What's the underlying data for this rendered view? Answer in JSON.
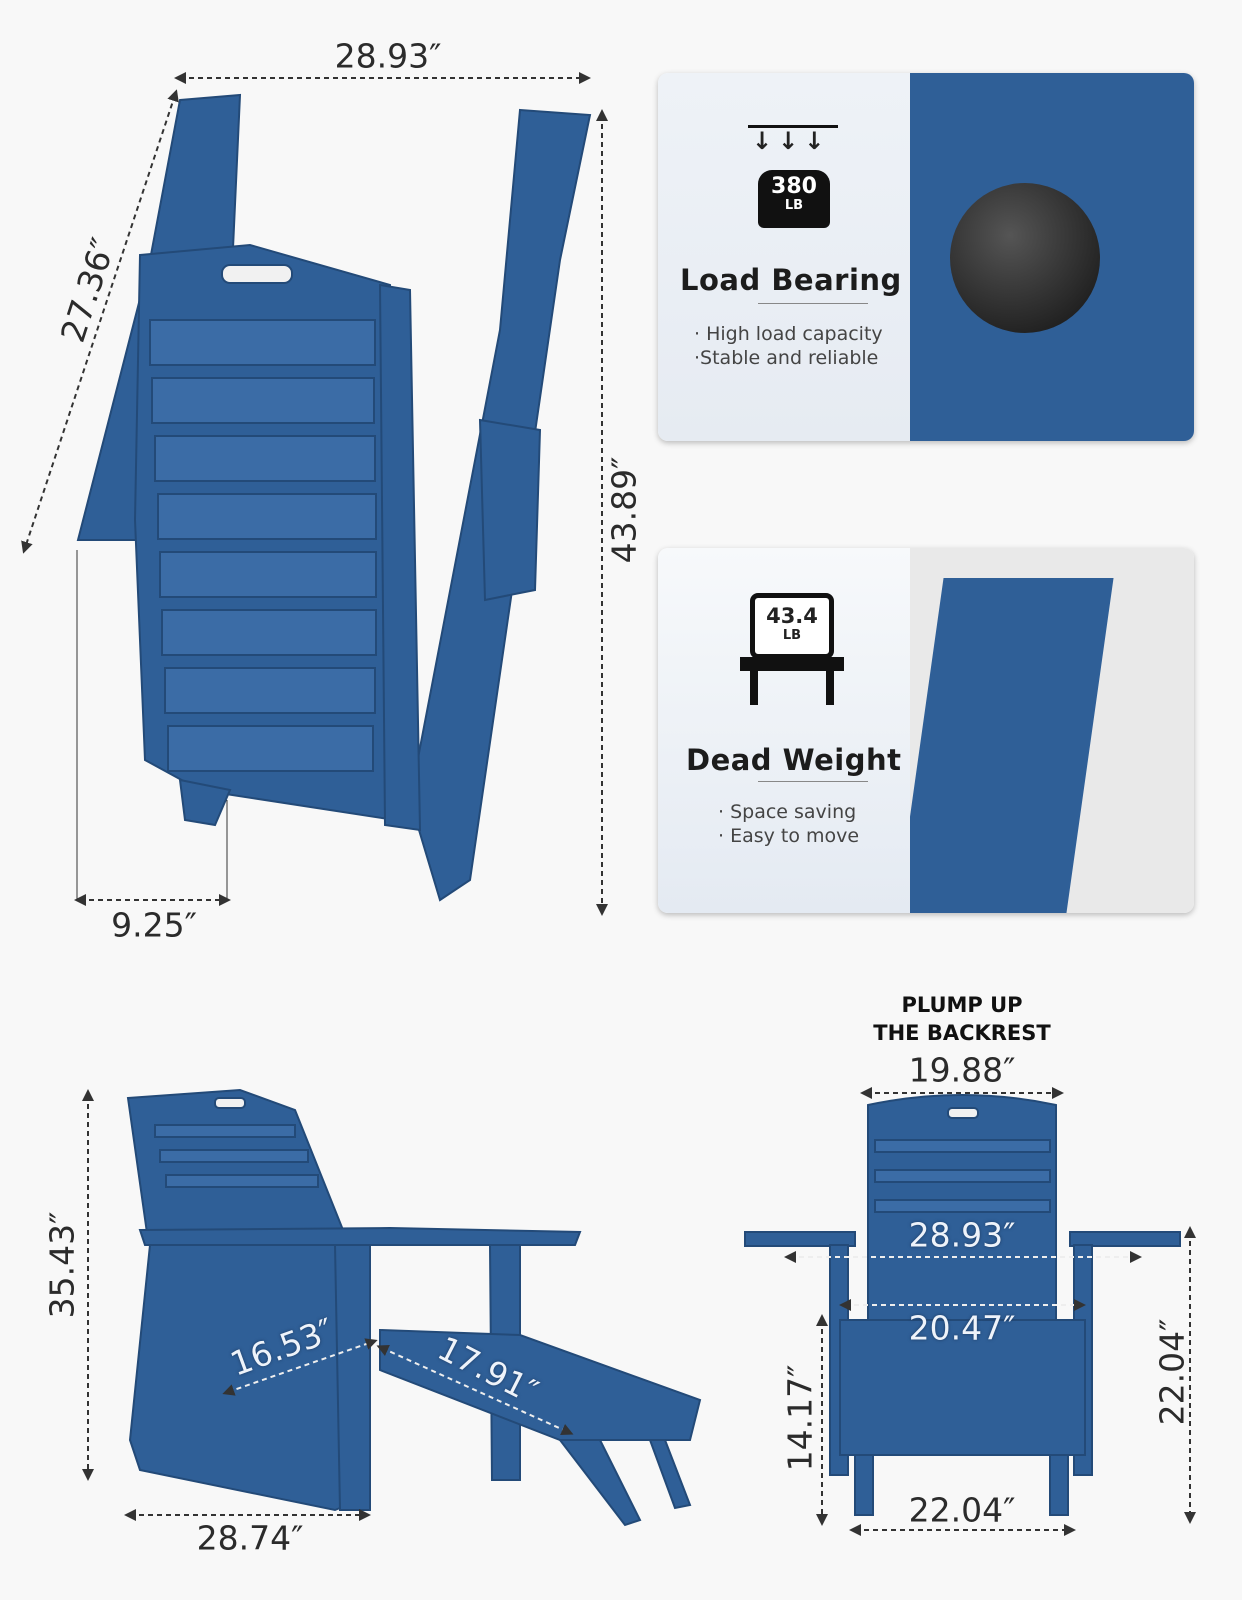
{
  "colors": {
    "chair_blue": "#2f5f97",
    "background": "#f8f8f8",
    "text": "#2b2b2b"
  },
  "folded_view": {
    "width": "28.93″",
    "diagonal": "27.36″",
    "height": "43.89″",
    "depth": "9.25″"
  },
  "load_panel": {
    "icon": "weight-arrows-icon",
    "weight_value": "380",
    "weight_unit": "LB",
    "title": "Load Bearing",
    "bullets": [
      "· High load capacity",
      "·Stable and reliable"
    ]
  },
  "dead_weight_panel": {
    "icon": "chair-icon",
    "weight_value": "43.4",
    "weight_unit": "LB",
    "title": "Dead Weight",
    "bullets": [
      "· Space saving",
      "· Easy to move"
    ]
  },
  "side_view": {
    "height": "35.43″",
    "depth": "28.74″",
    "seat": "16.53″",
    "ottoman": "17.91″"
  },
  "front_view": {
    "heading_line1": "PLUMP UP",
    "heading_line2": "THE BACKREST",
    "backrest_width": "19.88″",
    "arm_width": "28.93″",
    "seat_width": "20.47″",
    "base_width": "22.04″",
    "seat_height": "14.17″",
    "arm_height": "22.04″"
  }
}
